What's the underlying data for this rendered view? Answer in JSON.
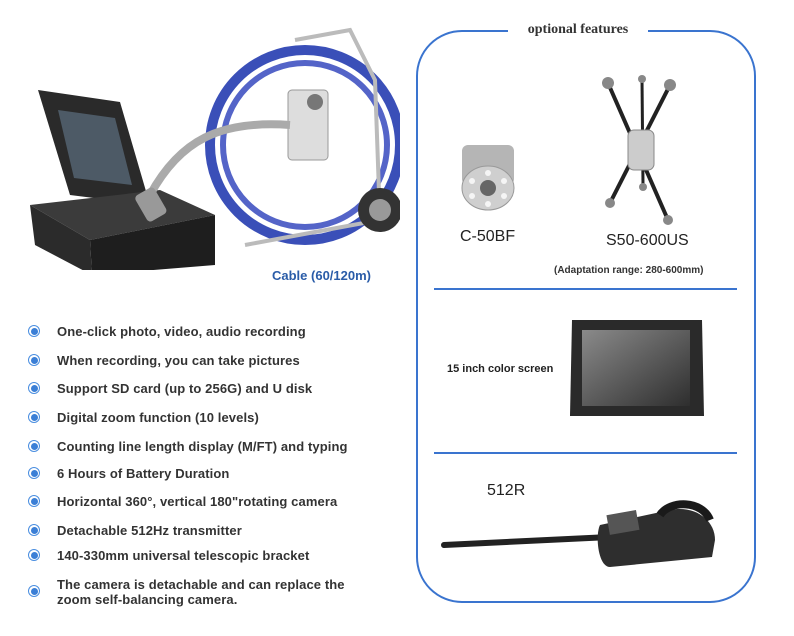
{
  "main_product": {
    "cable_label": "Cable (60/120m)"
  },
  "features": [
    "One-click photo, video, audio recording",
    "When recording, you can take pictures",
    "Support SD card (up to 256G) and U disk",
    "Digital zoom function (10 levels)",
    "Counting line length display (M/FT) and typing",
    "6 Hours of Battery Duration",
    "Horizontal 360°, vertical 180\"rotating camera",
    "Detachable 512Hz transmitter",
    "140-330mm universal telescopic bracket",
    "The camera is detachable and can replace the zoom self-balancing camera."
  ],
  "optional_features": {
    "title": "optional features",
    "camera_model": "C-50BF",
    "crawler_model": "S50-600US",
    "crawler_note": "(Adaptation range: 280-600mm)",
    "screen_label": "15 inch color screen",
    "transmitter_model": "512R"
  },
  "colors": {
    "accent": "#3a74cf",
    "bullet": "#3b7fd6",
    "cable_label": "#2a5ca8"
  }
}
